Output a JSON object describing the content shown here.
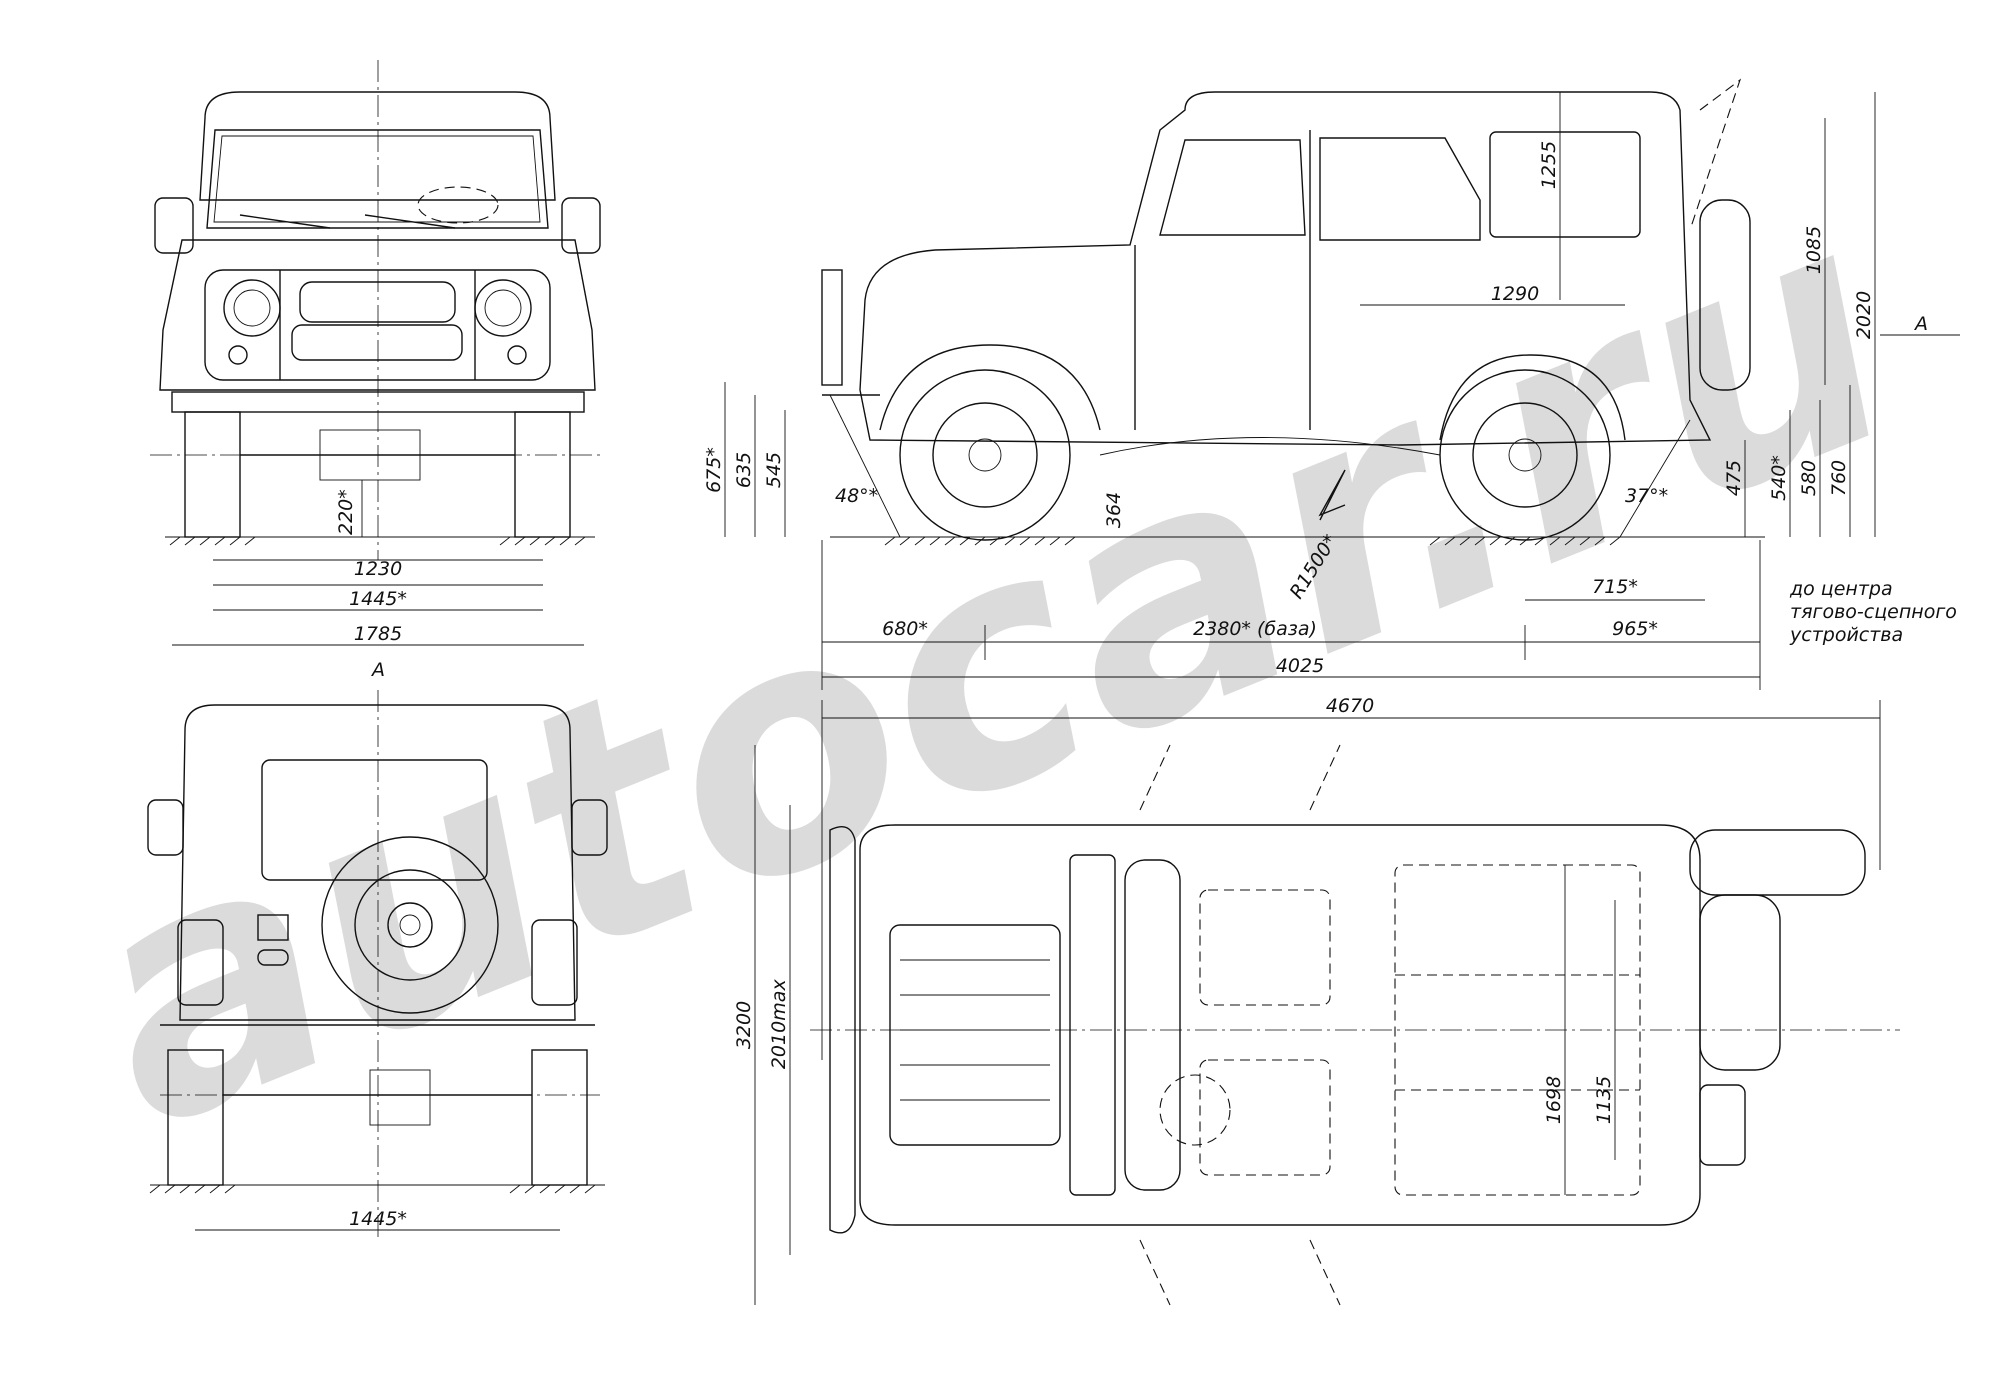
{
  "watermark": {
    "text": "autocar.ru",
    "color": "#c8c8c8"
  },
  "front_view": {
    "dims": {
      "ground_clearance": "220*",
      "track_inner": "1230",
      "track": "1445*",
      "width": "1785"
    },
    "section_marker": "A"
  },
  "rear_view": {
    "dims": {
      "track": "1445*"
    }
  },
  "side_view": {
    "dims": {
      "front_height_1": "675*",
      "front_height_2": "635",
      "front_height_3": "545",
      "approach_angle": "48°*",
      "min_clearance": "364",
      "turning_radius": "R1500*",
      "departure_angle": "37°*",
      "rear_height_1": "475",
      "rear_height_2": "540*",
      "rear_height_3": "580",
      "rear_height_4": "760",
      "roof_height": "1255",
      "cabin_length": "1290",
      "rear_door_height": "1085",
      "total_height": "2020",
      "hitch_overhang": "715*",
      "front_overhang": "680*",
      "wheelbase": "2380* (база)",
      "rear_overhang": "965*",
      "overall_length": "4025"
    },
    "section_marker": "A",
    "hitch_note": {
      "line1": "до центра",
      "line2": "тягово-сцепного",
      "line3": "устройства"
    }
  },
  "top_view": {
    "dims": {
      "length_with_doors": "4670",
      "width_doors_open": "3200",
      "width_max": "2010",
      "width_max_suffix": "max",
      "inner_width": "1698",
      "seat_width": "1135"
    }
  }
}
